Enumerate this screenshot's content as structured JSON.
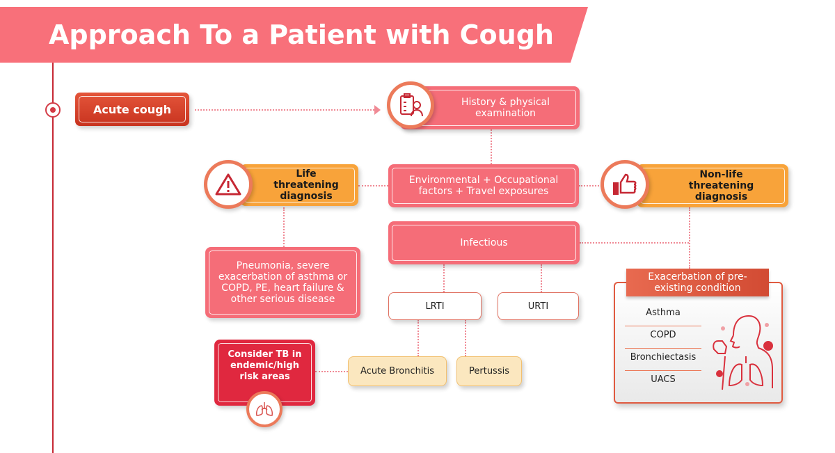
{
  "title": "Approach To a Patient with Cough",
  "acute_cough": "Acute cough",
  "history": "History & physical examination",
  "environmental": "Environmental + Occupational factors + Travel exposures",
  "life_threatening": "Life threatening diagnosis",
  "non_life_threatening": "Non-life threatening diagnosis",
  "serious": "Pneumonia, severe exacerbation of asthma or COPD, PE, heart failure & other serious disease",
  "infectious": "Infectious",
  "lrti": "LRTI",
  "urti": "URTI",
  "acute_bronchitis": "Acute Bronchitis",
  "pertussis": "Pertussis",
  "tb": "Consider TB in endemic/high risk areas",
  "exacerbation": {
    "header": "Exacerbation of pre-existing condition",
    "items": [
      "Asthma",
      "COPD",
      "Bronchiectasis",
      "UACS"
    ]
  },
  "colors": {
    "pink": "#f56d78",
    "orange": "#f8a33a",
    "red": "#e0283f",
    "accent": "#c62834"
  }
}
